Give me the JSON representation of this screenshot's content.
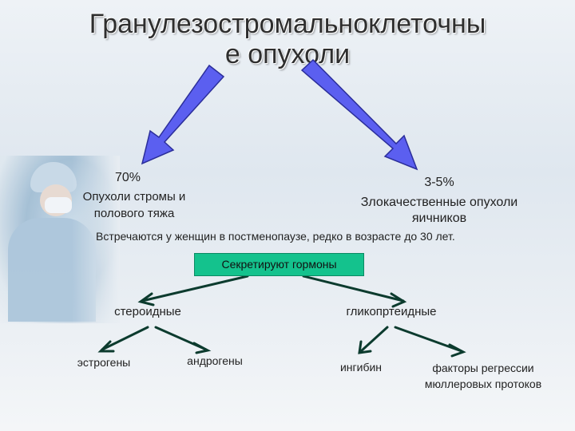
{
  "title": {
    "line1": "Гранулезостромальноклеточны",
    "line2": "е опухоли"
  },
  "left_branch": {
    "percent": "70%",
    "label_line1": "Опухоли стромы и",
    "label_line2": "полового тяжа"
  },
  "right_branch": {
    "percent": "3-5%",
    "label_line1": "Злокачественные опухоли",
    "label_line2": "яичников"
  },
  "note": "Встречаются у женщин в постменопаузе, редко в возрасте до 30 лет.",
  "hormones": {
    "box_label": "Секретируют гормоны",
    "steroid": "стероидные",
    "glycoprotein": "гликопртеидные",
    "estrogens": "эстрогены",
    "androgens": "андрогены",
    "inhibin": "ингибин",
    "mullerian_line1": "факторы регрессии",
    "mullerian_line2": "мюллеровых протоков"
  },
  "colors": {
    "big_arrow_fill": "#5b5ff0",
    "small_arrow": "#0c3b2e",
    "hormone_box": "#14c28d"
  }
}
